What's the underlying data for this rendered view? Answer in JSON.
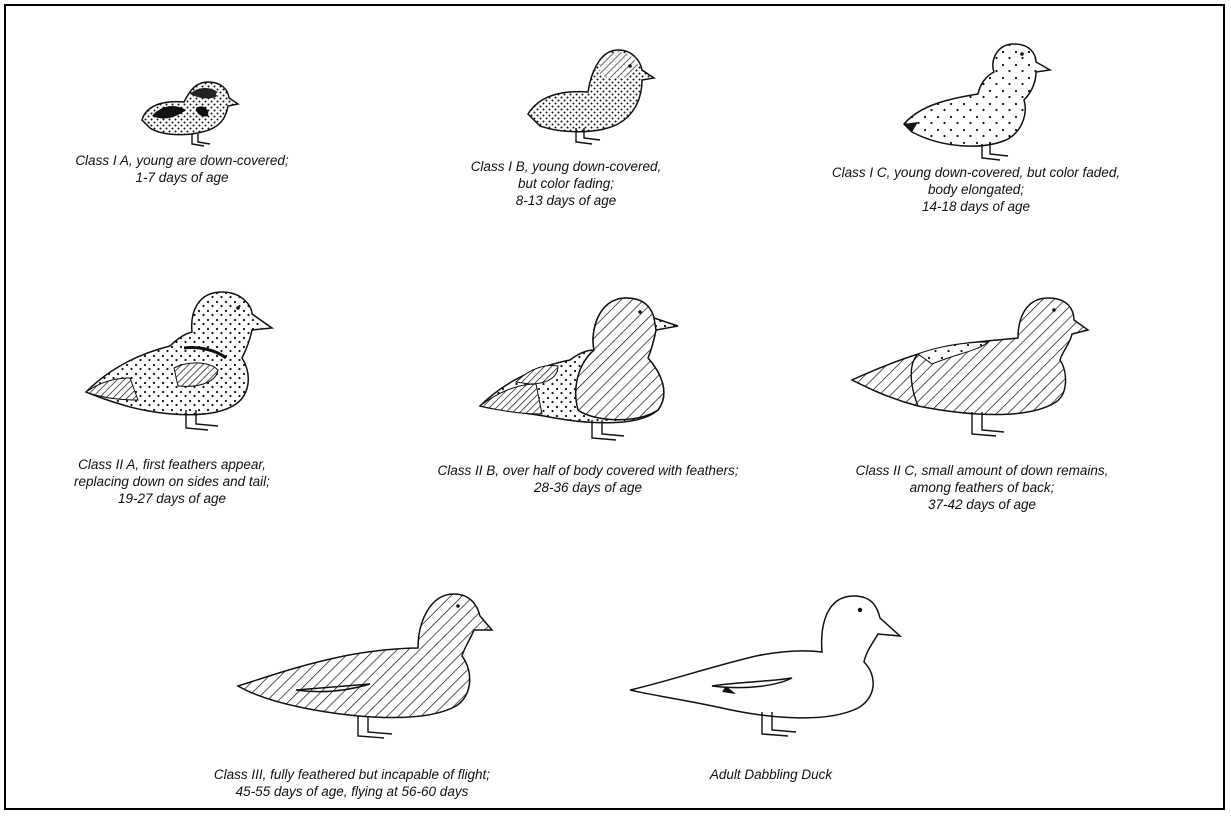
{
  "figure": {
    "panels": [
      {
        "id": "IA",
        "pattern": "down",
        "lines": [
          "Class I A, young are down-covered;",
          "1-7 days of age"
        ]
      },
      {
        "id": "IB",
        "pattern": "down",
        "lines": [
          "Class I B, young down-covered,",
          "but color fading;",
          "8-13 days of age"
        ]
      },
      {
        "id": "IC",
        "pattern": "down",
        "lines": [
          "Class I C, young down-covered, but color faded,",
          "body elongated;",
          "14-18 days of age"
        ]
      },
      {
        "id": "IIA",
        "pattern": "down-feathers",
        "lines": [
          "Class II A, first feathers appear,",
          "replacing down on sides and tail;",
          "19-27 days of age"
        ]
      },
      {
        "id": "IIB",
        "pattern": "half-feathered",
        "lines": [
          "Class II B, over half of body covered with feathers;",
          "28-36 days of age"
        ]
      },
      {
        "id": "IIC",
        "pattern": "mostly-feathered",
        "lines": [
          "Class II C, small amount of down remains,",
          "among feathers of back;",
          "37-42 days of age"
        ]
      },
      {
        "id": "III",
        "pattern": "feathered",
        "lines": [
          "Class III, fully feathered but incapable of flight;",
          "45-55 days of age, flying at 56-60 days"
        ]
      },
      {
        "id": "ADULT",
        "pattern": "plain",
        "lines": [
          "Adult Dabbling Duck"
        ]
      }
    ]
  }
}
